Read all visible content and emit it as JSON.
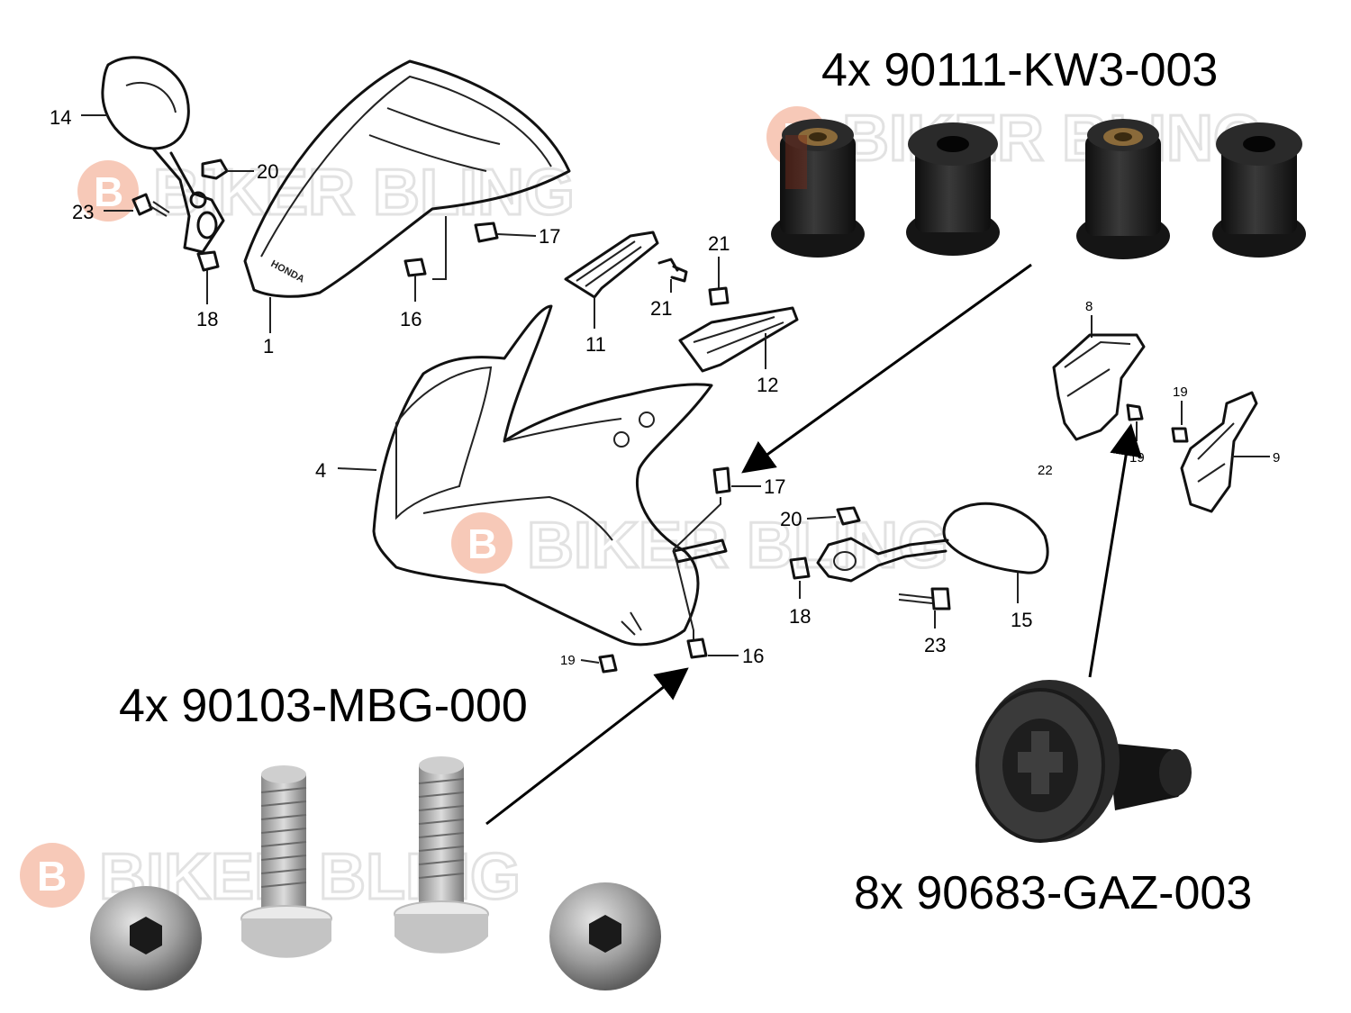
{
  "captions": {
    "well_nuts": "4x 90111-KW3-003",
    "bolts": "4x 90103-MBG-000",
    "clips": "8x 90683-GAZ-003"
  },
  "watermark": {
    "text": "BIKER BLING",
    "letter": "B"
  },
  "diagram": {
    "print": "HONDA",
    "callouts": {
      "c14": "14",
      "c20a": "20",
      "c23a": "23",
      "c18a": "18",
      "c1": "1",
      "c17a": "17",
      "c16a": "16",
      "c11": "11",
      "c21a": "21",
      "c21b": "21",
      "c12": "12",
      "c4": "4",
      "c17b": "17",
      "c20b": "20",
      "c18b": "18",
      "c15": "15",
      "c23b": "23",
      "c19a": "19",
      "c16b": "16",
      "c8": "8",
      "c19b": "19",
      "c19c": "19",
      "c9": "9",
      "c22": "22"
    }
  },
  "colors": {
    "watermark_orange": "#f2a68a",
    "watermark_gray": "#d8d8d8",
    "rubber_black": "#1c1c1c",
    "brass": "#8a6a3a",
    "steel": "#9a9a9a"
  }
}
